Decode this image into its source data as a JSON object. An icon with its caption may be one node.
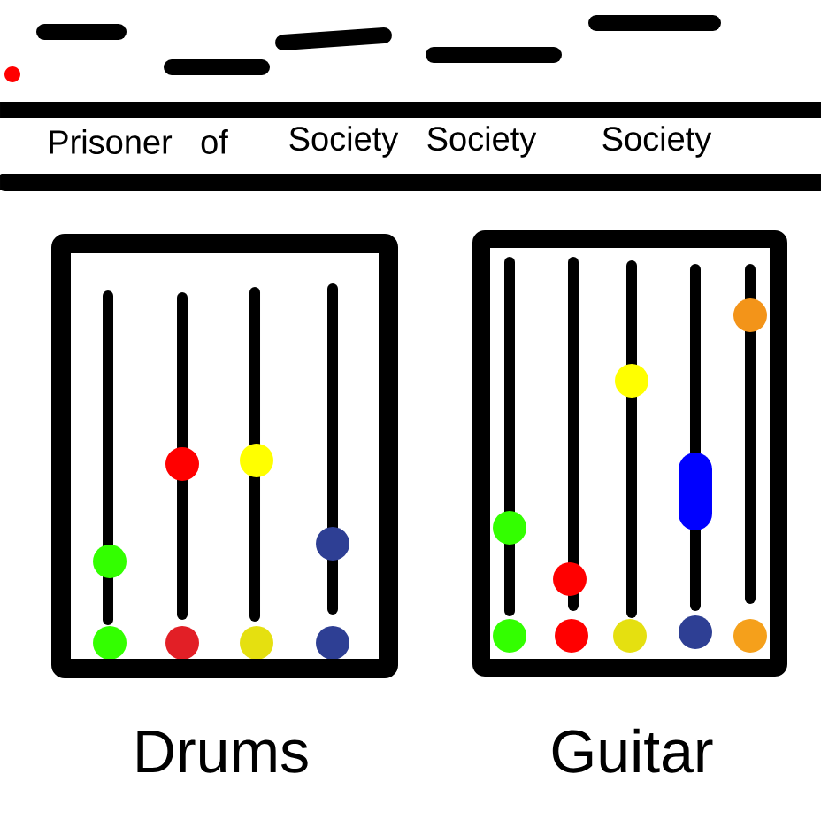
{
  "diagram": {
    "nodes": [
      {
        "text": [
          "Drums"
        ]
      },
      {
        "text": [
          "Guitar"
        ]
      }
    ],
    "labels": [
      "Prisoner",
      "of",
      "Society",
      "Society",
      "Society"
    ]
  }
}
